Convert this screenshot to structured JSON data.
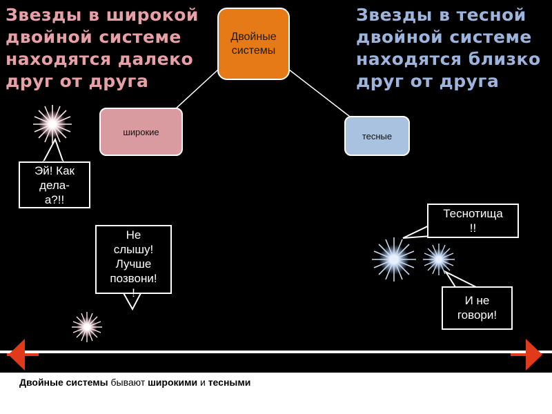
{
  "headings": {
    "left_lines": [
      "Звезды в широкой",
      "двойной системе",
      "находятся далеко",
      "друг от друга"
    ],
    "right_lines": [
      "Звезды в тесной",
      "двойной системе",
      "находятся близко",
      "друг от друга"
    ]
  },
  "diagram": {
    "root": "Двойные\nсистемы",
    "wide": "широкие",
    "close": "тесные"
  },
  "bubbles": {
    "hi": "Эй! Как\nдела-\nа?!!",
    "no_hear": "Не\nслышу!\nЛучше\nпозвони!\n!",
    "tight": "Теснотища\n!!",
    "no_say": "И не\nговори!"
  },
  "caption": {
    "part1": "Двойные системы",
    "part2": " бывают ",
    "part3": "широкими",
    "part4": " и ",
    "part5": "тесными"
  },
  "colors": {
    "root_fill": "#e67a16",
    "wide_fill": "#d99ba0",
    "close_fill": "#a8c2e0",
    "heading_left": "#e8a0a8",
    "heading_right": "#9db4dc",
    "nav_arrow": "#e03a1a"
  },
  "icons": {
    "prev": "arrow-left-icon",
    "next": "arrow-right-icon"
  }
}
